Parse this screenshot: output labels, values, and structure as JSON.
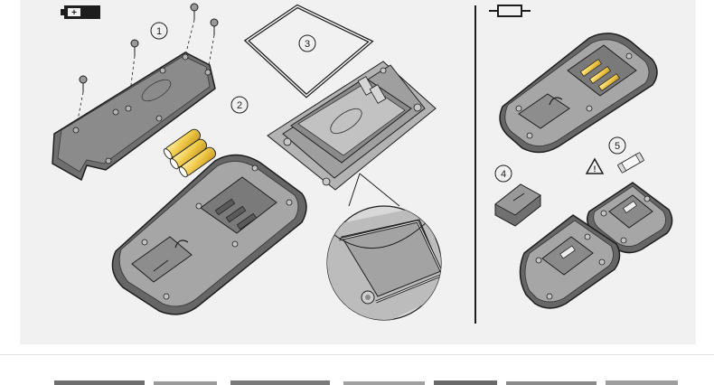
{
  "callouts": [
    "1",
    "2",
    "3",
    "4",
    "5"
  ],
  "warning_symbol": "!",
  "colors": {
    "panel": "#f1f1f1",
    "device_body": "#a9a9a9",
    "device_face": "#8d8d8d",
    "outline": "#1e1e1e",
    "battery": "#f0c94a"
  },
  "icons": {
    "battery_section": "battery-icon",
    "fuse_section": "fuse-icon"
  }
}
